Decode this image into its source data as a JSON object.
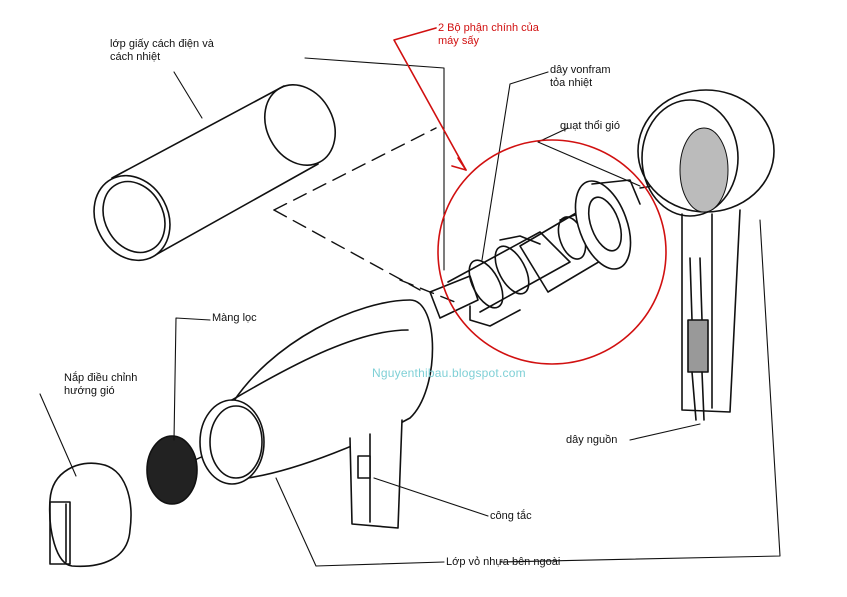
{
  "labels": {
    "paper_layer": [
      "lớp giấy cách điện và",
      "cách nhiệt"
    ],
    "main_parts": [
      "2 Bộ phận chính của",
      "máy sấy"
    ],
    "tungsten_wire": [
      "dây vonfram",
      "tỏa nhiệt"
    ],
    "fan": "quạt thổi gió",
    "filter": "Màng lọc",
    "nozzle": [
      "Nắp điều chỉnh",
      "hướng gió"
    ],
    "power_cord": "dây nguồn",
    "switch": "công tắc",
    "outer_shell": "Lớp vỏ nhựa bên ngoài"
  },
  "watermark": "Nguyenthibau.blogspot.com",
  "colors": {
    "line": "#111111",
    "highlight": "#d11010",
    "watermark": "#7fd0d6"
  }
}
